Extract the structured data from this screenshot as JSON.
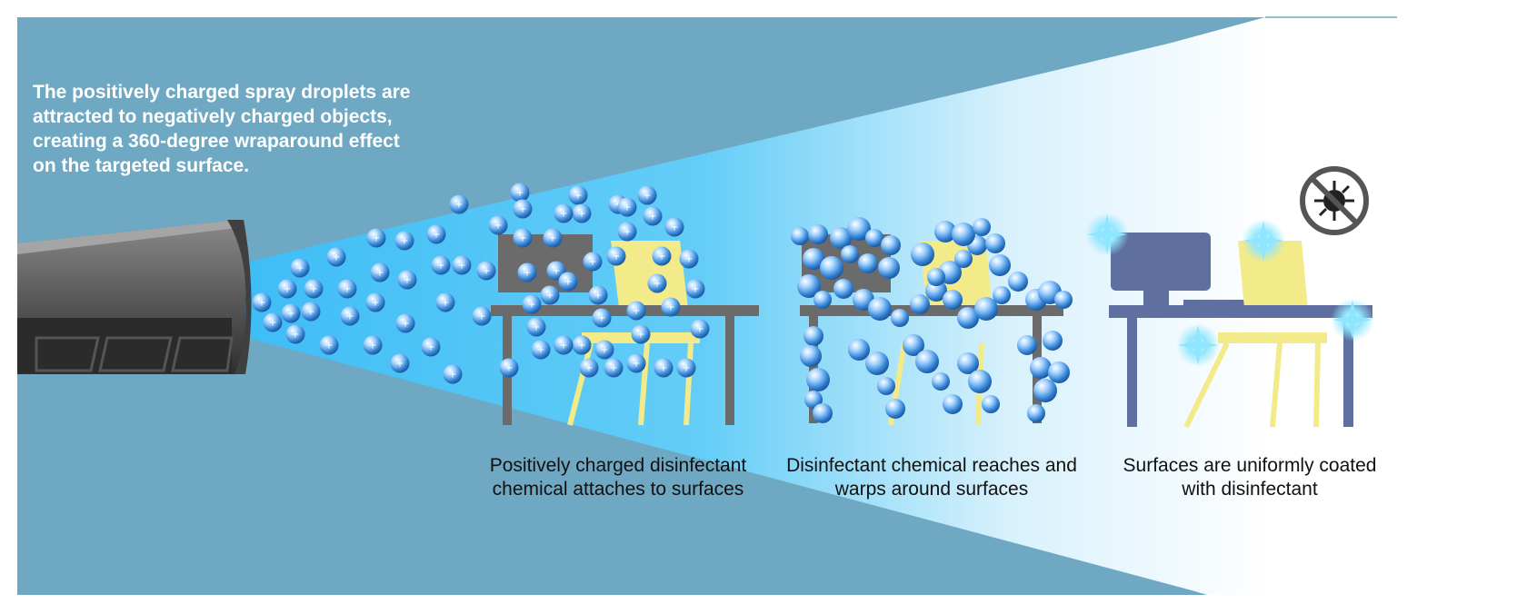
{
  "headline": {
    "lines": [
      "The positively charged spray droplets are",
      "attracted to negatively charged objects,",
      "creating a 360-degree wraparound effect",
      "on the targeted surface."
    ]
  },
  "stages": [
    {
      "caption_lines": [
        "Positively charged disinfectant",
        "chemical attaches to surfaces"
      ]
    },
    {
      "caption_lines": [
        "Disinfectant chemical reaches and",
        "warps around surfaces"
      ]
    },
    {
      "caption_lines": [
        "Surfaces are uniformly coated",
        "with disinfectant"
      ]
    }
  ],
  "droplet_symbol": "+",
  "icons": {
    "sprayer": "sprayer-nozzle-icon",
    "droplet": "charged-droplet-icon",
    "sparkle": "clean-sparkle-icon",
    "no_virus": "no-virus-icon"
  },
  "colors": {
    "background_blue": "#6fa8c3",
    "spray_cyan": "#3fbff5",
    "table_gray": "#6b6b6b",
    "table_clean": "#5f6fa0",
    "chair_yellow": "#f3ea8a",
    "droplet_blue": "#2f7fd0",
    "sparkle": "#8fe6ff"
  }
}
